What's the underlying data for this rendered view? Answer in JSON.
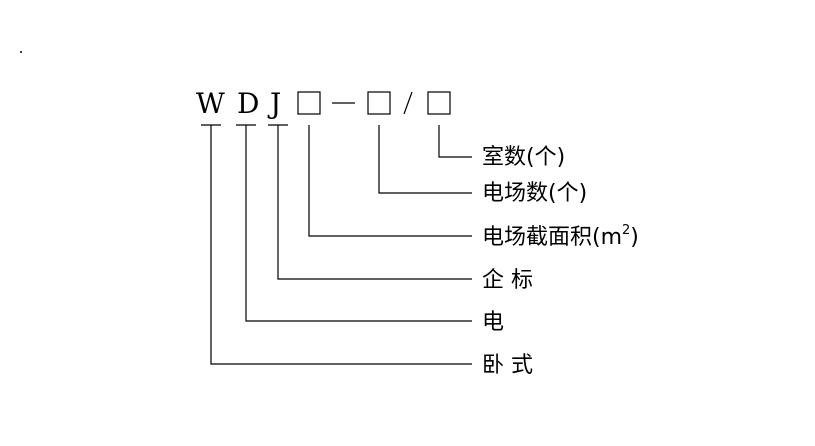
{
  "code": {
    "letters": [
      "W",
      "D",
      "J"
    ],
    "dash": "—",
    "slash": "/"
  },
  "labels": {
    "rooms": "室数(个)",
    "field_count": "电场数(个)",
    "field_area": "电场截面积(m",
    "field_area_sup": "2",
    "field_area_close": ")",
    "enterprise_std": "企 标",
    "electric": "电",
    "horizontal": "卧 式"
  }
}
